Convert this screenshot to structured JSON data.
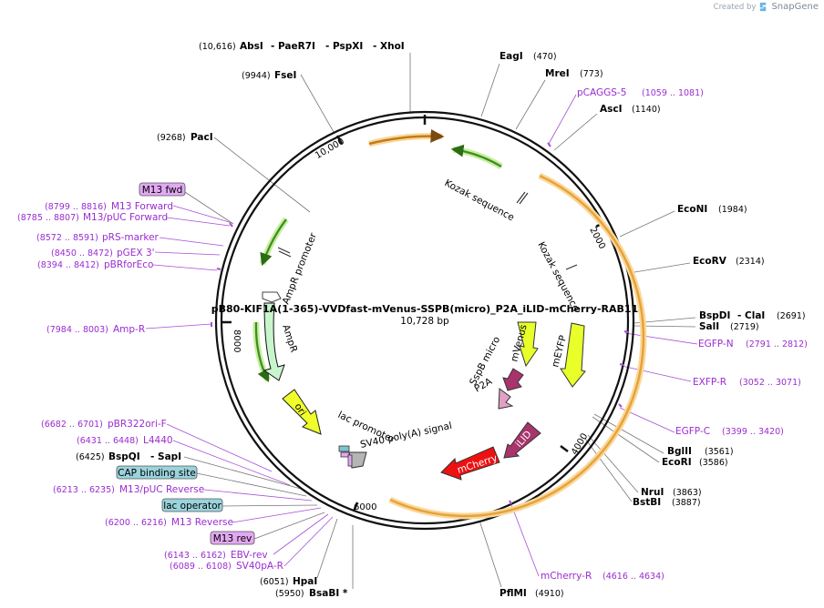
{
  "credit": {
    "created_by": "Created by",
    "brand": "SnapGene"
  },
  "plasmid": {
    "name": "pB80-KIF1A(1-365)-VVDfast-mVenus-SSPB(micro)_P2A_iLID-mCherry-RAB11",
    "length": "10,728 bp"
  },
  "ticks": [
    "2000",
    "4000",
    "6000",
    "8000",
    "10,000"
  ],
  "enzymes": [
    {
      "name": "AbsI",
      "pos": "(10,616)"
    },
    {
      "name": "- PaeR7I"
    },
    {
      "name": "- PspXI"
    },
    {
      "name": "- XhoI"
    },
    {
      "name": "EagI",
      "pos": "(470)"
    },
    {
      "name": "MreI",
      "pos": "(773)"
    },
    {
      "name": "AscI",
      "pos": "(1140)"
    },
    {
      "name": "EcoNI",
      "pos": "(1984)"
    },
    {
      "name": "EcoRV",
      "pos": "(2314)"
    },
    {
      "name": "BspDI",
      "pos": "(2691)"
    },
    {
      "name": "- ClaI"
    },
    {
      "name": "SalI",
      "pos": "(2719)"
    },
    {
      "name": "BglII",
      "pos": "(3561)"
    },
    {
      "name": "EcoRI",
      "pos": "(3586)"
    },
    {
      "name": "NruI",
      "pos": "(3863)"
    },
    {
      "name": "BstBI",
      "pos": "(3887)"
    },
    {
      "name": "PflMI",
      "pos": "(4910)"
    },
    {
      "name": "BsaBI *",
      "pos": "(5950)"
    },
    {
      "name": "HpaI",
      "pos": "(6051)"
    },
    {
      "name": "BspQI",
      "pos": "(6425)"
    },
    {
      "name": "- SapI"
    },
    {
      "name": "PacI",
      "pos": "(9268)"
    },
    {
      "name": "FseI",
      "pos": "(9944)"
    }
  ],
  "primers": [
    {
      "name": "pCAGGS-5",
      "pos": "(1059 .. 1081)"
    },
    {
      "name": "EGFP-N",
      "pos": "(2791 .. 2812)"
    },
    {
      "name": "EXFP-R",
      "pos": "(3052 .. 3071)"
    },
    {
      "name": "EGFP-C",
      "pos": "(3399 .. 3420)"
    },
    {
      "name": "mCherry-R",
      "pos": "(4616 .. 4634)"
    },
    {
      "name": "SV40pA-R",
      "pos": "(6089 .. 6108)"
    },
    {
      "name": "EBV-rev",
      "pos": "(6143 .. 6162)"
    },
    {
      "name": "M13 Reverse",
      "pos": "(6200 .. 6216)"
    },
    {
      "name": "M13/pUC Reverse",
      "pos": "(6213 .. 6235)"
    },
    {
      "name": "L4440",
      "pos": "(6431 .. 6448)"
    },
    {
      "name": "pBR322ori-F",
      "pos": "(6682 .. 6701)"
    },
    {
      "name": "Amp-R",
      "pos": "(7984 .. 8003)"
    },
    {
      "name": "pBRforEco",
      "pos": "(8394 .. 8412)"
    },
    {
      "name": "pGEX 3'",
      "pos": "(8450 .. 8472)"
    },
    {
      "name": "pRS-marker",
      "pos": "(8572 .. 8591)"
    },
    {
      "name": "M13/pUC Forward",
      "pos": "(8785 .. 8807)"
    },
    {
      "name": "M13 Forward",
      "pos": "(8799 .. 8816)"
    }
  ],
  "boxed": [
    "M13 fwd",
    "CAP binding site",
    "lac operator",
    "M13 rev"
  ],
  "features": [
    "Kozak sequence",
    "Kozak sequence",
    "mVenus",
    "mEYFP",
    "SspB micro",
    "P2A",
    "iLID",
    "mCherry",
    "lac promoter",
    "SV40 poly(A) signal",
    "ori",
    "AmpR",
    "AmpR promoter"
  ],
  "colors": {
    "primer": "#9a2ccf",
    "orange": "#f5a623",
    "green": "#8fd66b",
    "yellow": "#f0ff2a",
    "red": "#ee1111",
    "magenta": "#a8346b",
    "box_purple": "#e2a8f2",
    "box_teal": "#9ad3dc"
  }
}
